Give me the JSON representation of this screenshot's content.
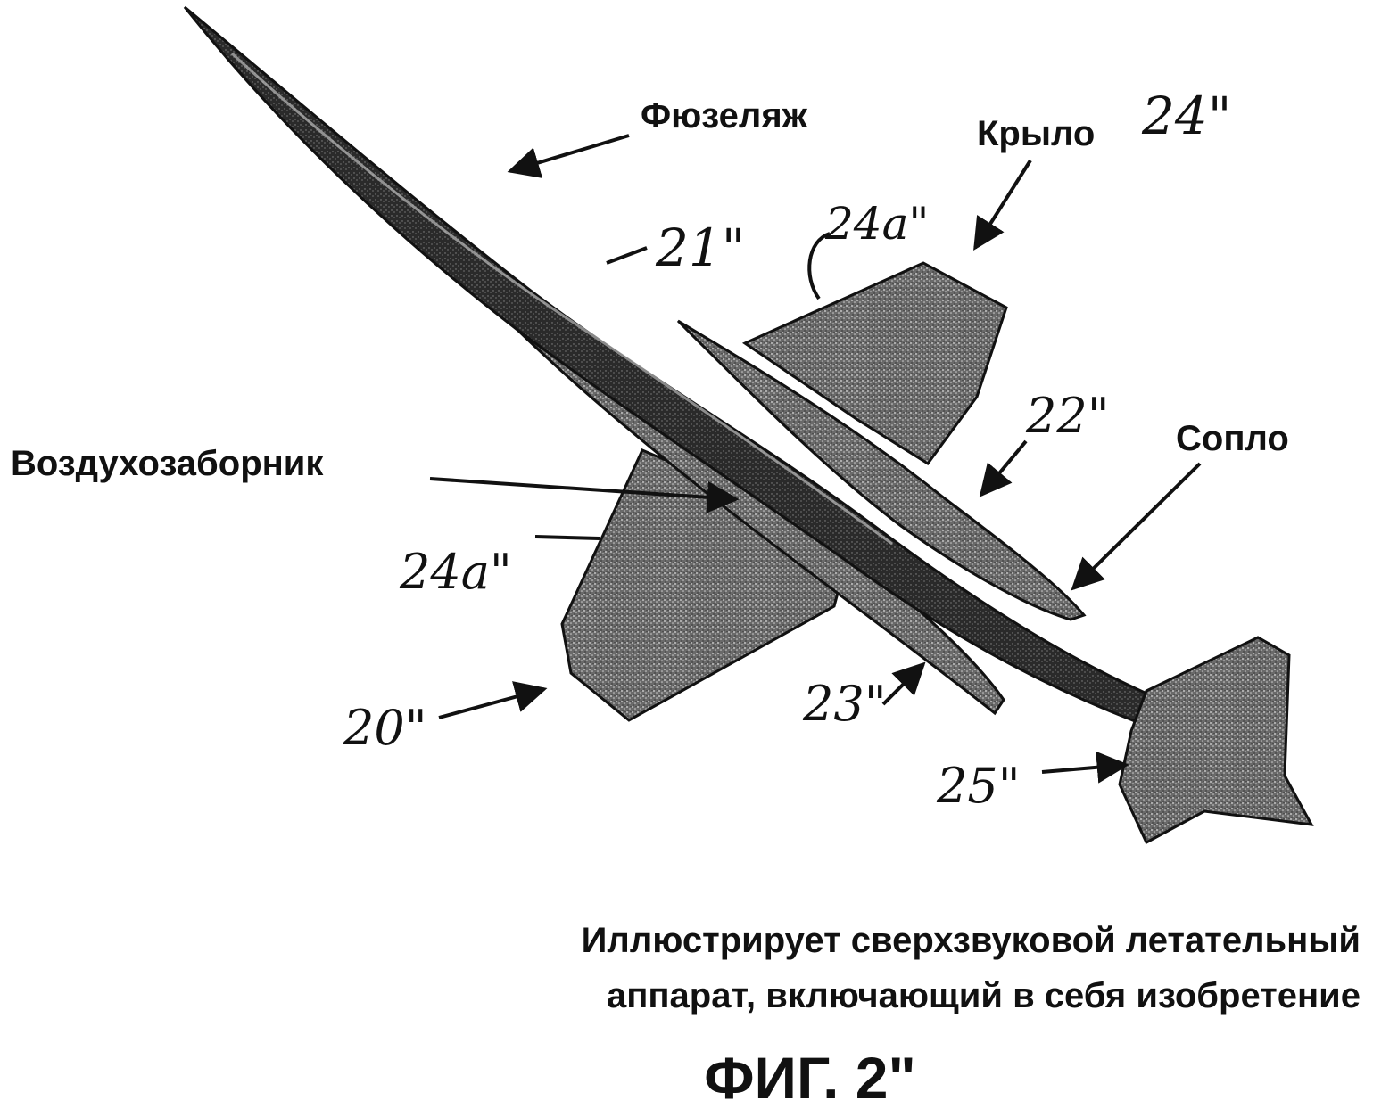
{
  "labels": {
    "fuselage": "Фюзеляж",
    "wing": "Крыло",
    "intake": "Воздухозаборник",
    "nozzle": "Сопло"
  },
  "refs": {
    "r21": "21\"",
    "r24": "24\"",
    "r24a_top": "24a\"",
    "r24a_left": "24a\"",
    "r22": "22\"",
    "r20": "20\"",
    "r23": "23\"",
    "r25": "25\""
  },
  "caption": {
    "line1": "Иллюстрирует сверхзвуковой летательный",
    "line2": "аппарат, включающий в себя изобретение"
  },
  "figure_label": "ФИГ. 2\""
}
